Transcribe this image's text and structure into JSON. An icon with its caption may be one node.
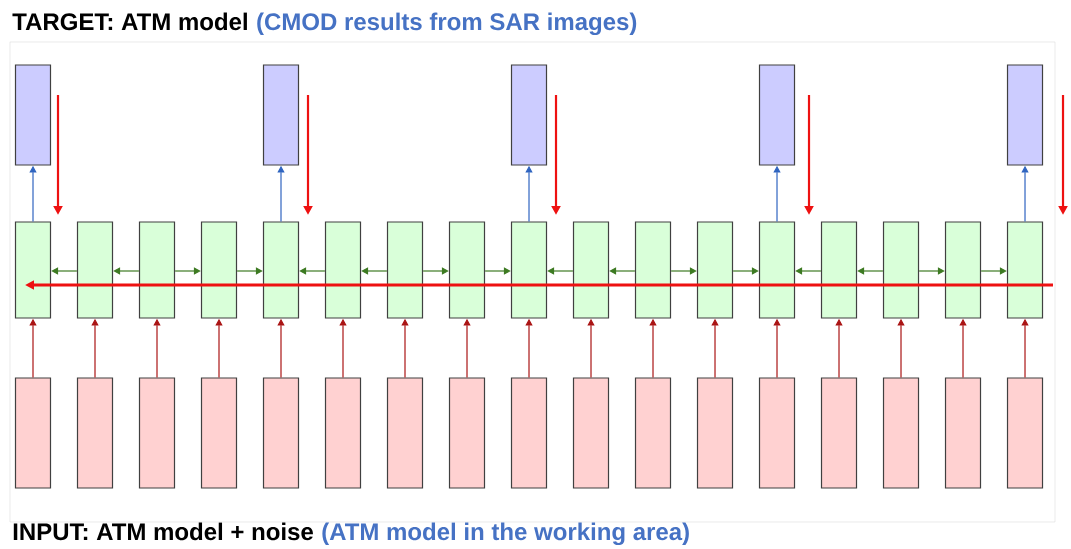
{
  "diagram": {
    "title": "TARGET: ATM model",
    "caption": "INPUT: ATM model + noise",
    "labels": [
      "(CMOD results from SAR images)",
      "(ATM model in the working area)"
    ],
    "nodes": [
      {
        "text": [],
        "shape": "box"
      },
      {
        "text": [],
        "shape": "box"
      },
      {
        "text": [],
        "shape": "box"
      },
      {
        "text": [],
        "shape": "box"
      },
      {
        "text": [],
        "shape": "box"
      },
      {
        "text": [],
        "shape": "box"
      },
      {
        "text": [],
        "shape": "box"
      },
      {
        "text": [],
        "shape": "box"
      },
      {
        "text": [],
        "shape": "box"
      },
      {
        "text": [],
        "shape": "box"
      },
      {
        "text": [],
        "shape": "box"
      },
      {
        "text": [],
        "shape": "box"
      },
      {
        "text": [],
        "shape": "box"
      },
      {
        "text": [],
        "shape": "box"
      },
      {
        "text": [],
        "shape": "box"
      },
      {
        "text": [],
        "shape": "box"
      },
      {
        "text": [],
        "shape": "box"
      },
      {
        "text": [],
        "shape": "box"
      },
      {
        "text": [],
        "shape": "box"
      },
      {
        "text": [],
        "shape": "box"
      },
      {
        "text": [],
        "shape": "box"
      },
      {
        "text": [],
        "shape": "box"
      },
      {
        "text": [],
        "shape": "box"
      },
      {
        "text": [],
        "shape": "box"
      },
      {
        "text": [],
        "shape": "box"
      },
      {
        "text": [],
        "shape": "box"
      },
      {
        "text": [],
        "shape": "box"
      },
      {
        "text": [],
        "shape": "box"
      },
      {
        "text": [],
        "shape": "box"
      },
      {
        "text": [],
        "shape": "box"
      },
      {
        "text": [],
        "shape": "box"
      },
      {
        "text": [],
        "shape": "box"
      },
      {
        "text": [],
        "shape": "box"
      },
      {
        "text": [],
        "shape": "box"
      },
      {
        "text": [],
        "shape": "box"
      },
      {
        "text": [],
        "shape": "box"
      },
      {
        "text": [],
        "shape": "box"
      },
      {
        "text": [],
        "shape": "box"
      },
      {
        "text": [],
        "shape": "box"
      }
    ],
    "edges": [
      {
        "from": 22,
        "to": 5,
        "arrow": "to"
      },
      {
        "from": 23,
        "to": 6,
        "arrow": "to"
      },
      {
        "from": 24,
        "to": 7,
        "arrow": "to"
      },
      {
        "from": 25,
        "to": 8,
        "arrow": "to"
      },
      {
        "from": 26,
        "to": 9,
        "arrow": "to"
      },
      {
        "from": 27,
        "to": 10,
        "arrow": "to"
      },
      {
        "from": 28,
        "to": 11,
        "arrow": "to"
      },
      {
        "from": 29,
        "to": 12,
        "arrow": "to"
      },
      {
        "from": 30,
        "to": 13,
        "arrow": "to"
      },
      {
        "from": 31,
        "to": 14,
        "arrow": "to"
      },
      {
        "from": 32,
        "to": 15,
        "arrow": "to"
      },
      {
        "from": 33,
        "to": 16,
        "arrow": "to"
      },
      {
        "from": 34,
        "to": 17,
        "arrow": "to"
      },
      {
        "from": 35,
        "to": 18,
        "arrow": "to"
      },
      {
        "from": 36,
        "to": 19,
        "arrow": "to"
      },
      {
        "from": 37,
        "to": 20,
        "arrow": "to"
      },
      {
        "from": 38,
        "to": 21,
        "arrow": "to"
      },
      {
        "from": 5,
        "to": 0,
        "arrow": "to",
        "color": "#2f64c0"
      },
      {
        "from": 9,
        "to": 1,
        "arrow": "to",
        "color": "#2f64c0"
      },
      {
        "from": 13,
        "to": 2,
        "arrow": "to",
        "color": "#2f64c0"
      },
      {
        "from": 17,
        "to": 3,
        "arrow": "to",
        "color": "#2f64c0"
      },
      {
        "from": 21,
        "to": 4,
        "arrow": "to",
        "color": "#2f64c0"
      },
      {
        "from": 6,
        "to": 5,
        "arrow": "to",
        "color": "#3d7a22"
      },
      {
        "from": 7,
        "to": 6,
        "arrow": "to",
        "color": "#3d7a22"
      },
      {
        "from": 7,
        "to": 8,
        "arrow": "to",
        "color": "#3d7a22"
      },
      {
        "from": 8,
        "to": 9,
        "arrow": "to",
        "color": "#3d7a22"
      },
      {
        "from": 10,
        "to": 9,
        "arrow": "to",
        "color": "#3d7a22"
      },
      {
        "from": 11,
        "to": 10,
        "arrow": "to",
        "color": "#3d7a22"
      },
      {
        "from": 11,
        "to": 12,
        "arrow": "to",
        "color": "#3d7a22"
      },
      {
        "from": 12,
        "to": 13,
        "arrow": "to",
        "color": "#3d7a22"
      },
      {
        "from": 14,
        "to": 13,
        "arrow": "to",
        "color": "#3d7a22"
      },
      {
        "from": 15,
        "to": 14,
        "arrow": "to",
        "color": "#3d7a22"
      },
      {
        "from": 15,
        "to": 16,
        "arrow": "to",
        "color": "#3d7a22"
      },
      {
        "from": 16,
        "to": 17,
        "arrow": "to",
        "color": "#3d7a22"
      },
      {
        "from": 18,
        "to": 17,
        "arrow": "to",
        "color": "#3d7a22"
      },
      {
        "from": 19,
        "to": 18,
        "arrow": "to",
        "color": "#3d7a22"
      },
      {
        "from": 19,
        "to": 20,
        "arrow": "to",
        "color": "#3d7a22"
      },
      {
        "from": 20,
        "to": 21,
        "arrow": "to",
        "color": "#3d7a22"
      }
    ]
  }
}
